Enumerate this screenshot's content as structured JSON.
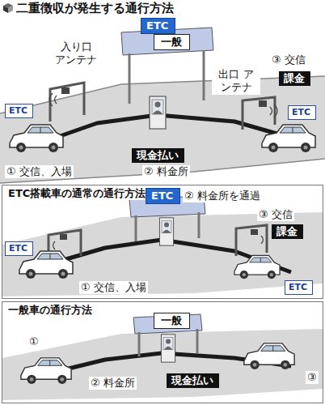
{
  "diagram": {
    "title": "二重徴収が発生する通行方法",
    "nodes": [
      {
        "text": [
          "ETC"
        ]
      },
      {
        "text": [
          "一般"
        ]
      },
      {
        "text": [
          "ETC"
        ]
      },
      {
        "text": [
          "現金払い"
        ]
      },
      {
        "text": [
          "課金"
        ]
      },
      {
        "text": [
          "ETC"
        ]
      },
      {
        "text": [
          "ETC搭載車の通常の通行方法"
        ]
      },
      {
        "text": [
          "ETC"
        ],
        "in": 6
      },
      {
        "text": [
          "課金"
        ],
        "in": 6
      },
      {
        "text": [
          "ETC"
        ],
        "in": 6
      },
      {
        "text": [
          "ETC"
        ],
        "in": 6
      },
      {
        "text": [
          "一般車の通行方法"
        ]
      },
      {
        "text": [
          "一般"
        ],
        "in": 11
      },
      {
        "text": [
          "現金払い"
        ],
        "in": 11
      }
    ],
    "labels": [
      "入り口 アンテナ",
      "出口 アンテナ",
      "③ 交信",
      "① 交信、入場",
      "② 料金所",
      "② 料金所を通過",
      "③ 交信",
      "① 交信、入場",
      "①",
      "② 料金所",
      "③"
    ]
  }
}
